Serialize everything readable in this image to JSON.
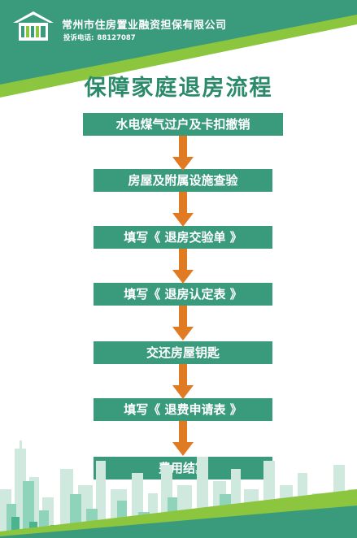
{
  "header": {
    "company_name": "常州市住房置业融资担保有限公司",
    "hotline_label": "投诉电话:",
    "hotline_number": "88127087"
  },
  "title": "保障家庭退房流程",
  "steps": [
    {
      "label": "水电煤气过户及卡扣撤销"
    },
    {
      "label": "房屋及附属设施查验"
    },
    {
      "label": "填写《 退房交验单 》"
    },
    {
      "label": "填写《 退房认定表 》"
    },
    {
      "label": "交还房屋钥匙"
    },
    {
      "label": "填写《 退费申请表 》"
    },
    {
      "label": "费用结算"
    }
  ],
  "colors": {
    "brand_green": "#3a9a7c",
    "light_green": "#8cc63f",
    "title_green": "#2a8a6a",
    "arrow_orange": "#e07b24"
  },
  "icons": [
    "house-logo-icon",
    "arrow-down-icon",
    "city-skyline"
  ]
}
